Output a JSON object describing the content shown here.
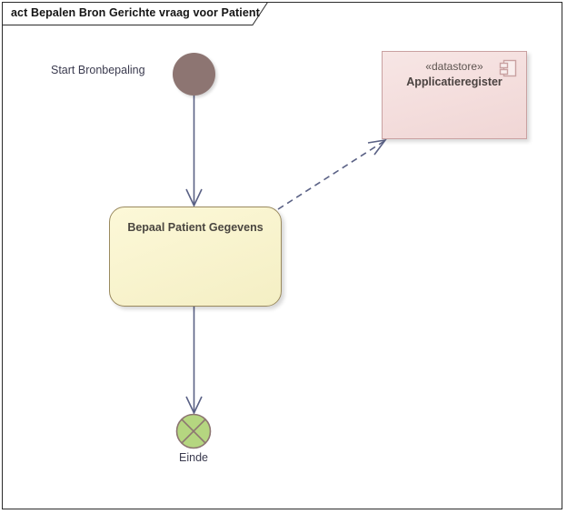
{
  "diagram": {
    "kind": "uml-activity-diagram",
    "frame_title": "act Bepalen Bron Gerichte vraag voor Patient",
    "colors": {
      "frame_border": "#2b2b2b",
      "canvas_background": "#ffffff",
      "start_node_fill": "#8d7572",
      "activity_fill": "#f8f3cd",
      "activity_border": "#9a8a5f",
      "end_node_fill": "#b5d680",
      "end_node_border": "#8d7572",
      "datastore_fill": "#f4dedd",
      "datastore_border": "#c9a1a1",
      "connector_stroke": "#5a6185",
      "label_text": "#3b3b4f"
    },
    "nodes": {
      "start": {
        "type": "initial-node",
        "label": "Start Bronbepaling"
      },
      "activity": {
        "type": "action",
        "label": "Bepaal Patient Gegevens"
      },
      "end": {
        "type": "flow-final-node",
        "label": "Einde"
      },
      "datastore": {
        "type": "component",
        "stereotype": "«datastore»",
        "name": "Applicatieregister",
        "icon": "component-icon"
      }
    },
    "edges": [
      {
        "name": "start-to-activity",
        "type": "control-flow",
        "style": "solid",
        "from": "start",
        "to": "activity",
        "arrowhead": "open"
      },
      {
        "name": "activity-to-end",
        "type": "control-flow",
        "style": "solid",
        "from": "activity",
        "to": "end",
        "arrowhead": "open"
      },
      {
        "name": "activity-to-datastore",
        "type": "dependency",
        "style": "dashed",
        "from": "activity",
        "to": "datastore",
        "arrowhead": "open"
      }
    ]
  }
}
